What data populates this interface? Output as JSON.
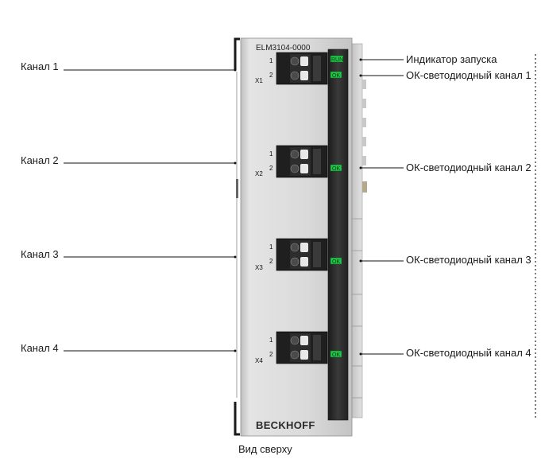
{
  "device": {
    "model": "ELM3104-0000",
    "brand": "BECKHOFF",
    "run_led": "RUN",
    "ok_led": "OK"
  },
  "channels": [
    {
      "label": "Канал 1",
      "connector": "X1",
      "pin1": "1",
      "pin2": "2",
      "led_label": "ОК-светодиодный канал 1"
    },
    {
      "label": "Канал 2",
      "connector": "X2",
      "pin1": "1",
      "pin2": "2",
      "led_label": "ОК-светодиодный канал 2"
    },
    {
      "label": "Канал 3",
      "connector": "X3",
      "pin1": "1",
      "pin2": "2",
      "led_label": "ОК-светодиодный канал 3"
    },
    {
      "label": "Канал 4",
      "connector": "X4",
      "pin1": "1",
      "pin2": "2",
      "led_label": "ОК-светодиодный канал 4"
    }
  ],
  "run_indicator_label": "Индикатор запуска",
  "caption": "Вид сверху",
  "colors": {
    "housing": "#d6d6d6",
    "front_strip": "#2b2b2b",
    "led_green": "#22c44a",
    "line": "#111111"
  }
}
